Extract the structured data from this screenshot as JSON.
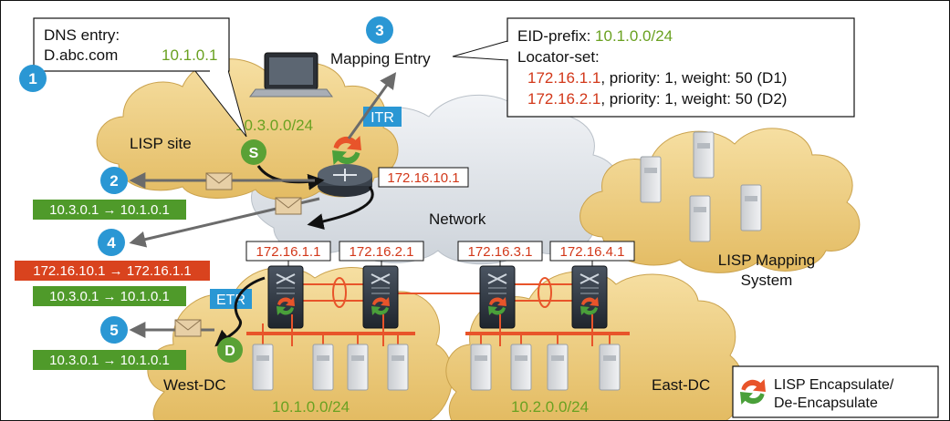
{
  "dns_box": {
    "line1": "DNS entry:",
    "name": "D.abc.com",
    "ip": "10.1.0.1"
  },
  "mapping_box": {
    "eid_label": "EID-prefix: ",
    "eid_value": "10.1.0.0/24",
    "locator_label": "Locator-set:",
    "locators": [
      {
        "ip": "172.16.1.1",
        "rest": ", priority: 1, weight: 50 (D1)"
      },
      {
        "ip": "172.16.2.1",
        "rest": ", priority: 1, weight: 50 (D2)"
      }
    ]
  },
  "steps": {
    "s1": "1",
    "s2": "2",
    "s3": "3",
    "s4": "4",
    "s5": "5",
    "s3_label": "Mapping Entry"
  },
  "labels": {
    "lisp_site": "LISP site",
    "site_prefix": "10.3.0.0/24",
    "network": "Network",
    "itr": "ITR",
    "etr": "ETR",
    "mapping_system_l1": "LISP Mapping",
    "mapping_system_l2": "System",
    "west_dc": "West-DC",
    "east_dc": "East-DC",
    "west_prefix": "10.1.0.0/24",
    "east_prefix": "10.2.0.0/24",
    "source_badge": "S",
    "dest_badge": "D"
  },
  "rlocs": {
    "itr": "172.16.10.1",
    "r1": "172.16.1.1",
    "r2": "172.16.2.1",
    "r3": "172.16.3.1",
    "r4": "172.16.4.1"
  },
  "packets": {
    "p2": "10.3.0.1 → 10.1.0.1",
    "p4_outer": "172.16.10.1 → 172.16.1.1",
    "p4_inner": "10.3.0.1 → 10.1.0.1",
    "p5": "10.3.0.1 → 10.1.0.1"
  },
  "legend": {
    "line1": "LISP Encapsulate/",
    "line2": "De-Encapsulate"
  },
  "colors": {
    "cloud_tan": "#e9c776",
    "cloud_grey": "#dde1e6",
    "step_blue": "#2a97d4",
    "badge_green": "#5aa135",
    "packet_green": "#4f9a2a",
    "packet_red": "#d9431e",
    "rloc_red": "#d2381a",
    "prefix_green": "#6aa121",
    "bus_orange": "#e8542a",
    "tag_blue": "#2a97d4"
  }
}
